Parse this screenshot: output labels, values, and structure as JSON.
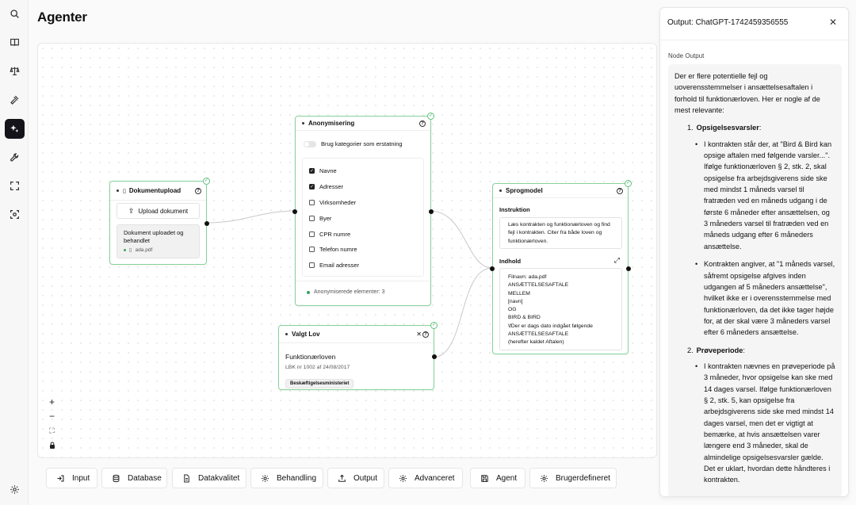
{
  "page": {
    "title": "Agenter"
  },
  "rail": {
    "items": [
      {
        "name": "search-icon",
        "active": false
      },
      {
        "name": "book-icon",
        "active": false
      },
      {
        "name": "scale-icon",
        "active": false
      },
      {
        "name": "gavel-icon",
        "active": false
      },
      {
        "name": "sparkle-icon",
        "active": true
      },
      {
        "name": "wrench-icon",
        "active": false
      },
      {
        "name": "focus-icon",
        "active": false
      },
      {
        "name": "scan-icon",
        "active": false
      },
      {
        "name": "settings-icon",
        "active": false
      }
    ]
  },
  "nodes": {
    "upload": {
      "title": "Dokumentupload",
      "button": "Upload dokument",
      "status": "Dokument uploadet og behandlet",
      "file": "ada.pdf"
    },
    "anon": {
      "title": "Anonymisering",
      "toggle_label": "Brug kategorier som erstatning",
      "options": [
        {
          "label": "Navne",
          "checked": true
        },
        {
          "label": "Adresser",
          "checked": true
        },
        {
          "label": "Virksomheder",
          "checked": false
        },
        {
          "label": "Byer",
          "checked": false
        },
        {
          "label": "CPR numre",
          "checked": false
        },
        {
          "label": "Telefon numre",
          "checked": false
        },
        {
          "label": "Email adresser",
          "checked": false
        }
      ],
      "footer": "Anonymiserede elementer: 3"
    },
    "lang": {
      "title": "Sprogmodel",
      "instruction_label": "Instruktion",
      "instruction": "Læs kontrakten og funktionærloven og find fejl i kontrakten. Citer fra både loven og funktionærloven.",
      "content_label": "Indhold",
      "content_lines": [
        "Filnavn: ada.pdf",
        "ANSÆTTELSESAFTALE",
        "MELLEM",
        "[navn]",
        "OG",
        "BIRD & BIRD",
        "\\fDer er dags dato indgået følgende",
        "ANSÆTTELSESAFTALE",
        "(herefter kaldet Aftalen)"
      ]
    },
    "law": {
      "title": "Valgt Lov",
      "name": "Funktionærloven",
      "ref": "LBK nr 1002 af 24/08/2017",
      "tag": "Beskæftigelsesministeriet"
    }
  },
  "toolbar": {
    "items": [
      {
        "label": "Input",
        "icon": "input-icon"
      },
      {
        "label": "Database",
        "icon": "database-icon"
      },
      {
        "label": "Datakvalitet",
        "icon": "file-icon"
      },
      {
        "label": "Behandling",
        "icon": "gear-icon"
      },
      {
        "label": "Output",
        "icon": "upload-icon"
      },
      {
        "label": "Advanceret",
        "icon": "gear-icon"
      },
      {
        "label": "Agent",
        "icon": "save-icon"
      },
      {
        "label": "Brugerdefineret",
        "icon": "gear-icon"
      }
    ]
  },
  "panel": {
    "title": "Output: ChatGPT-1742459356555",
    "close": "✕",
    "subtitle": "Node Output",
    "intro": "Der er flere potentielle fejl og uoverensstemmelser i ansættelsesaftalen i forhold til funktionærloven. Her er nogle af de mest relevante:",
    "sections": [
      {
        "num": "1.",
        "heading": "Opsigelsesvarsler",
        "suffix": ":",
        "bullets": [
          "I kontrakten står der, at \"Bird & Bird kan opsige aftalen med følgende varsler...\". Ifølge funktionærloven § 2, stk. 2, skal opsigelse fra arbejdsgiverens side ske med mindst 1 måneds varsel til fratræden ved en måneds udgang i de første 6 måneder efter ansættelsen, og 3 måneders varsel til fratræden ved en måneds udgang efter 6 måneders ansættelse.",
          "Kontrakten angiver, at \"1 måneds varsel, såfremt opsigelse afgives inden udgangen af 5 måneders ansættelse\", hvilket ikke er i overensstemmelse med funktionærloven, da det ikke tager højde for, at der skal være 3 måneders varsel efter 6 måneders ansættelse."
        ]
      },
      {
        "num": "2.",
        "heading": "Prøveperiode",
        "suffix": ":",
        "bullets": [
          "I kontrakten nævnes en prøveperiode på 3 måneder, hvor opsigelse kan ske med 14 dages varsel. Ifølge funktionærloven § 2, stk. 5, kan opsigelse fra arbejdsgiverens side ske med mindst 14 dages varsel, men det er vigtigt at bemærke, at hvis ansættelsen varer længere end 3 måneder, skal de almindelige opsigelsesvarsler gælde. Det er uklart, hvordan dette håndteres i kontrakten."
        ]
      }
    ]
  }
}
